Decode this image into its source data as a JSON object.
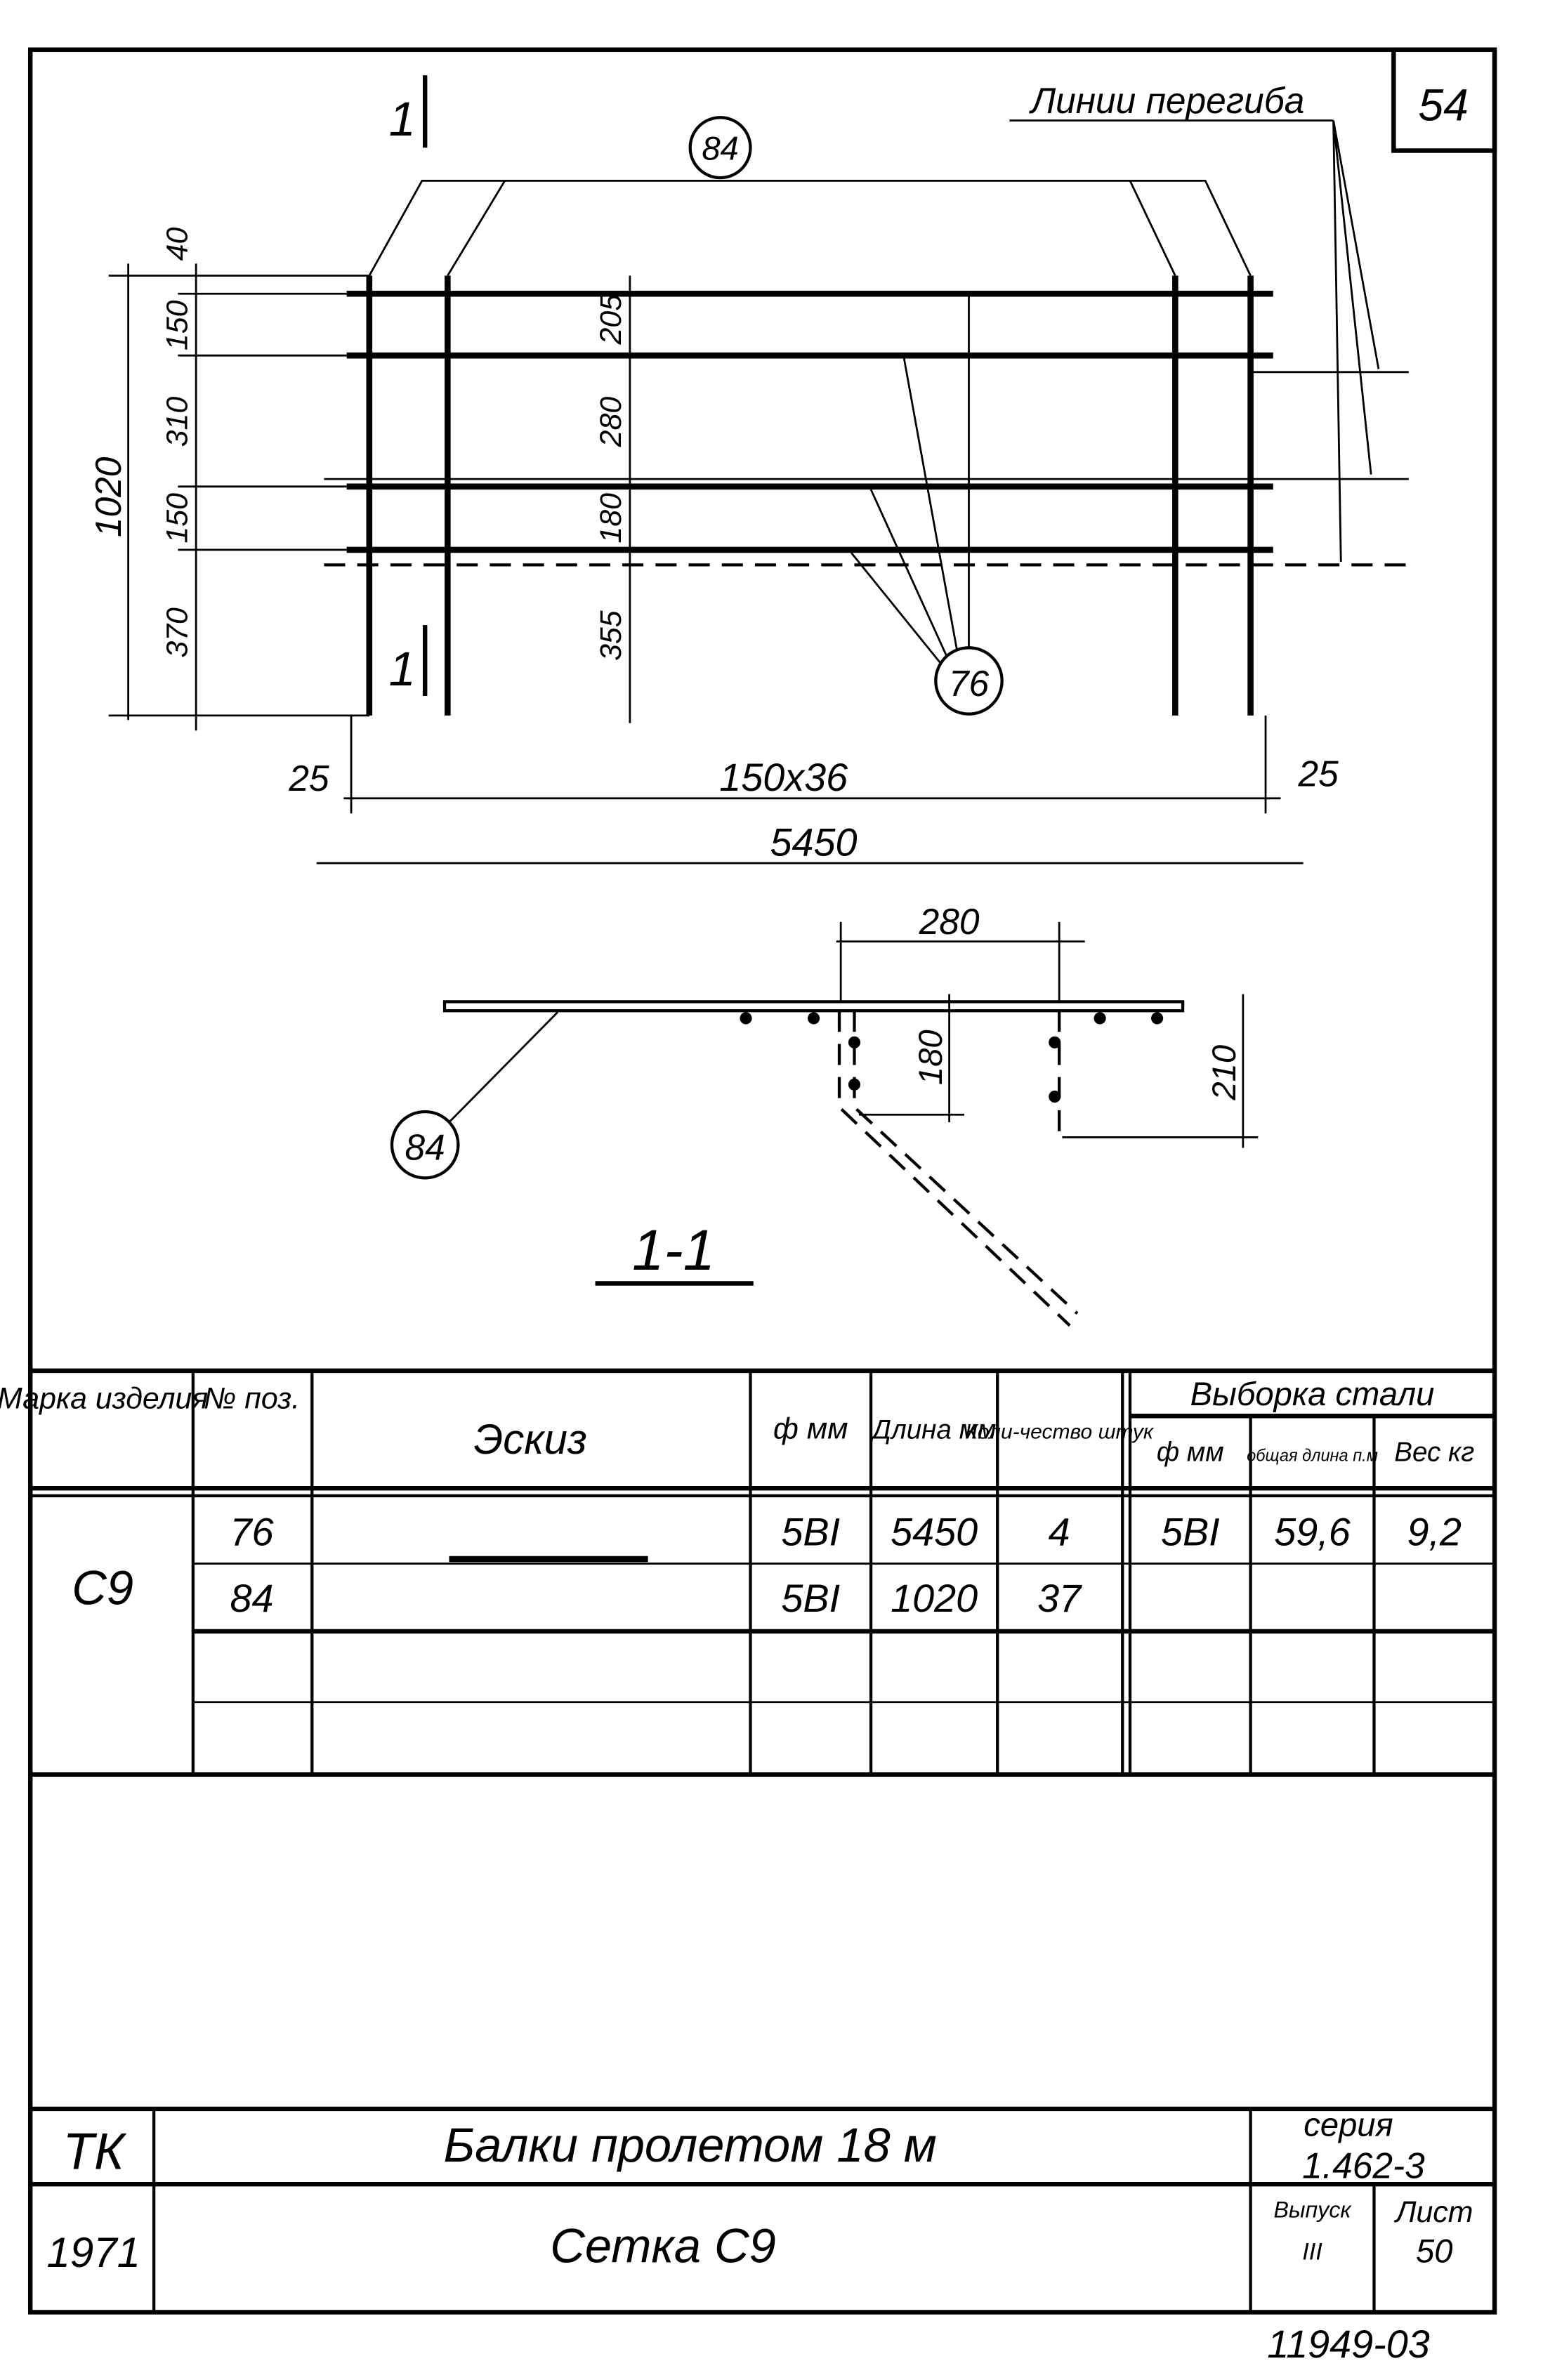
{
  "sheet_number": "54",
  "bend_lines_label": "Линии перегиба",
  "section_mark": "1",
  "positions": {
    "top_bars": "84",
    "long_bars": "76",
    "section_bar": "84"
  },
  "dimensions": {
    "total_height": "1020",
    "left_chain": [
      "40",
      "150",
      "310",
      "150",
      "370"
    ],
    "inner_chain": [
      "205",
      "280",
      "180",
      "355"
    ],
    "edge_left": "25",
    "spacing": "150x36",
    "edge_right": "25",
    "total_length": "5450",
    "section_width": "280",
    "section_bend_left": "180",
    "section_bend_right": "210"
  },
  "section_title": "1-1",
  "table": {
    "headers": {
      "mark": "Марка изделия",
      "pos": "№ поз.",
      "sketch": "Эскиз",
      "diameter": "ф мм",
      "length": "Длина мм",
      "count": "Коли-чество штук",
      "steel": "Выборка стали",
      "steel_diam": "ф мм",
      "steel_total_len": "общая длина п.м",
      "steel_weight": "Вес кг"
    },
    "mark": "С9",
    "rows": [
      {
        "pos": "76",
        "diameter": "5BI",
        "length": "5450",
        "count": "4",
        "steel_diam": "5BI",
        "steel_total_len": "59,6",
        "steel_weight": "9,2"
      },
      {
        "pos": "84",
        "diameter": "5BI",
        "length": "1020",
        "count": "37"
      }
    ]
  },
  "title_block": {
    "org": "ТК",
    "year": "1971",
    "title": "Балки пролетом 18 м",
    "subtitle": "Сетка С9",
    "series_label": "серия",
    "series": "1.462-3",
    "issue_label": "Выпуск",
    "issue": "III",
    "sheet_label": "Лист",
    "sheet": "50"
  },
  "archive_number": "11949-03"
}
